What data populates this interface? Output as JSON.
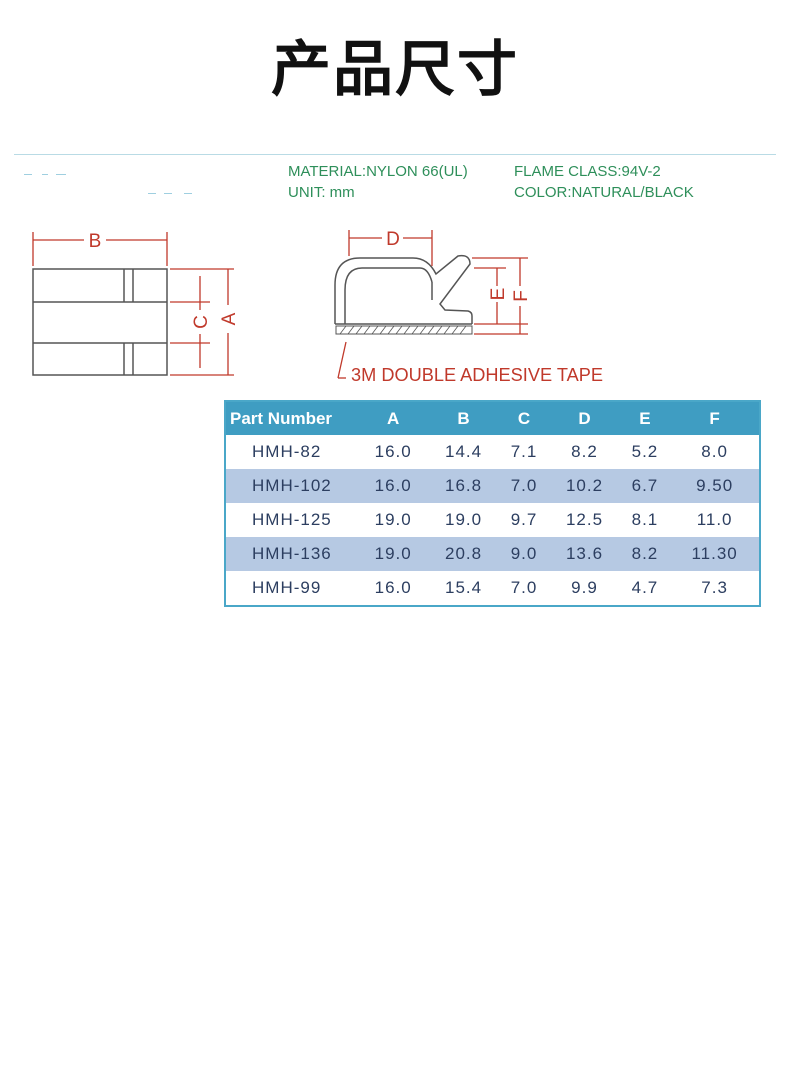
{
  "title": "产品尺寸",
  "specs": {
    "material": "MATERIAL:NYLON 66(UL)",
    "flame": "FLAME CLASS:94V-2",
    "unit": "UNIT: mm",
    "color": "COLOR:NATURAL/BLACK"
  },
  "drawing": {
    "labels": {
      "a": "A",
      "b": "B",
      "c": "C",
      "d": "D",
      "e": "E",
      "f": "F"
    },
    "tape_note": "3M DOUBLE ADHESIVE TAPE"
  },
  "table": {
    "headers": [
      "Part Number",
      "A",
      "B",
      "C",
      "D",
      "E",
      "F"
    ],
    "rows": [
      [
        "HMH-82",
        "16.0",
        "14.4",
        "7.1",
        "8.2",
        "5.2",
        "8.0"
      ],
      [
        "HMH-102",
        "16.0",
        "16.8",
        "7.0",
        "10.2",
        "6.7",
        "9.50"
      ],
      [
        "HMH-125",
        "19.0",
        "19.0",
        "9.7",
        "12.5",
        "8.1",
        "11.0"
      ],
      [
        "HMH-136",
        "19.0",
        "20.8",
        "9.0",
        "13.6",
        "8.2",
        "11.30"
      ],
      [
        "HMH-99",
        "16.0",
        "15.4",
        "7.0",
        "9.9",
        "4.7",
        "7.3"
      ]
    ]
  },
  "colors": {
    "spec_text": "#2e8f5a",
    "dimension_lines": "#c0392b",
    "table_header_bg": "#3f9dc2",
    "table_alt_row_bg": "#b6c9e3"
  }
}
